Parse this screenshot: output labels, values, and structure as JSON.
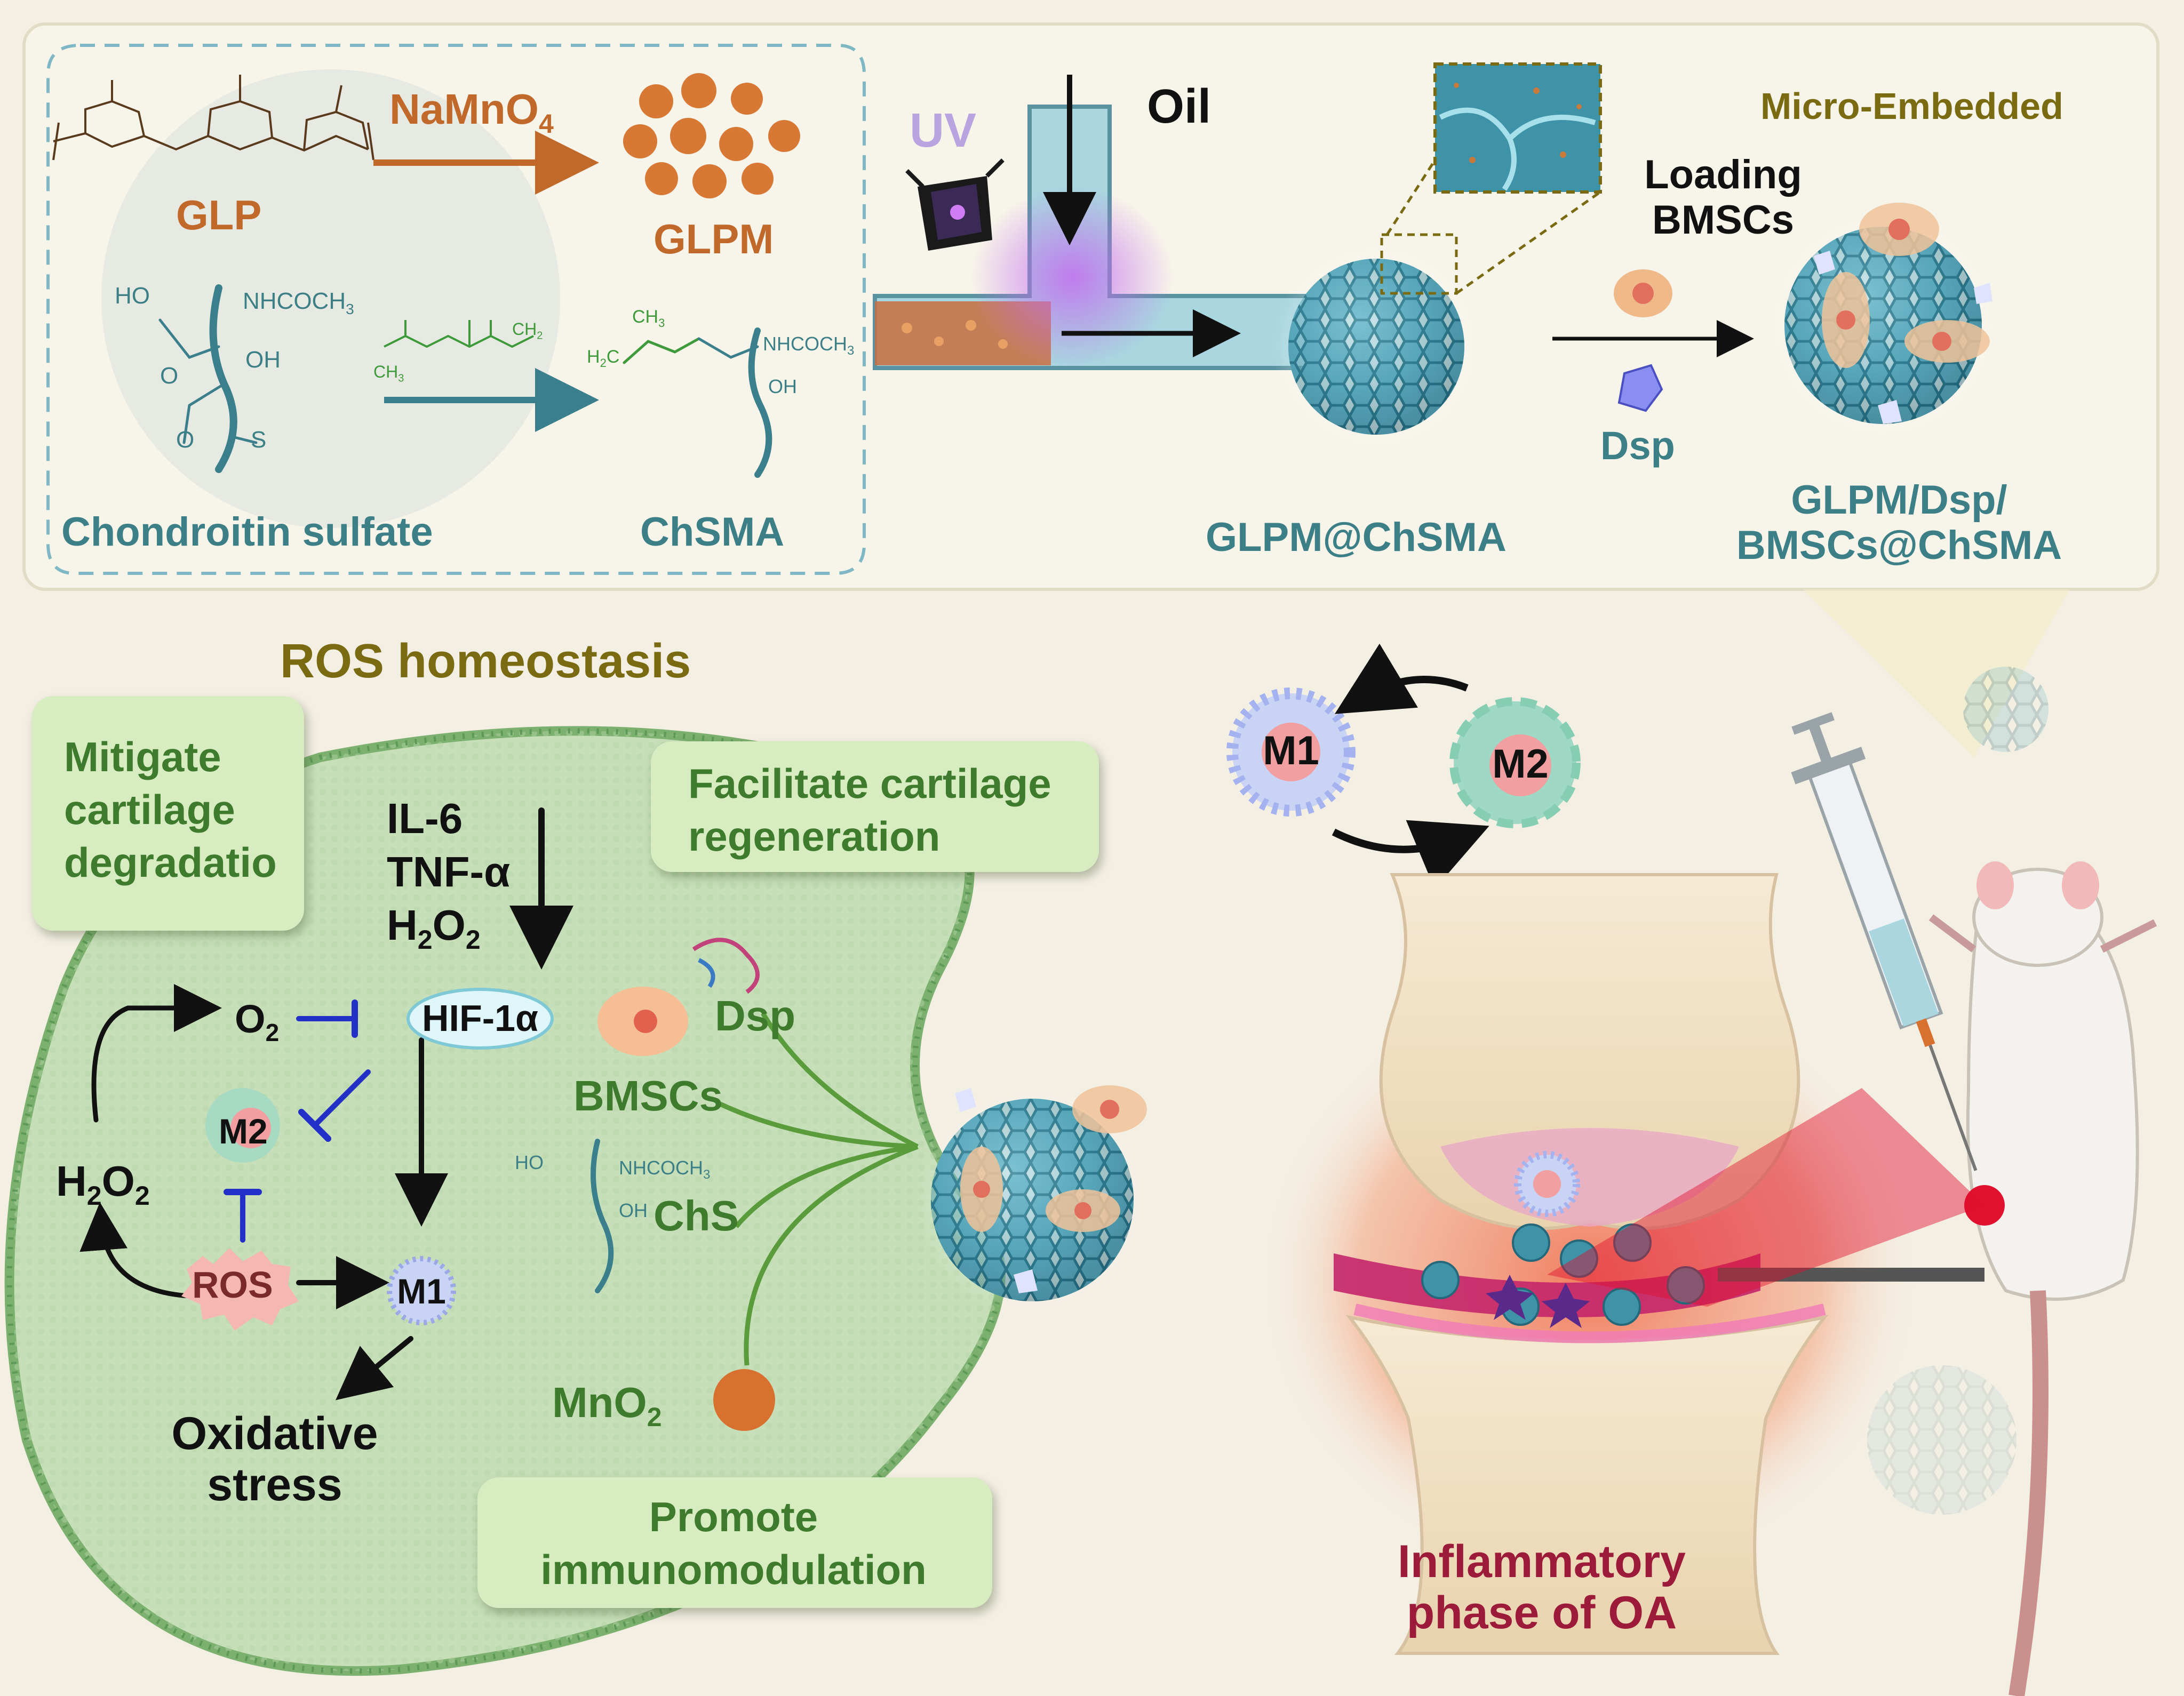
{
  "synthesis": {
    "glp": "GLP",
    "oxidant": "NaMnO",
    "oxidant_sub": "4",
    "glpm": "GLPM",
    "chondroitin_sulfate": "Chondroitin sulfate",
    "chsma": "ChSMA",
    "chem_ho": "HO",
    "chem_nhcoch": "NHCOCH",
    "chem_sub3": "3",
    "chem_oh": "OH",
    "chem_o_minus": "O",
    "chem_s": "S",
    "chem_o": "O",
    "chem_ch3": "CH",
    "chem_h2c": "H",
    "chem_h2c_rest": "C",
    "chem_ch2": "CH"
  },
  "fabrication": {
    "uv": "UV",
    "oil": "Oil",
    "micro_embedded": "Micro-Embedded",
    "loading_line1": "Loading",
    "loading_line2": "BMSCs",
    "dsp": "Dsp",
    "glpm_chsma": "GLPM@ChSMA",
    "product_line1": "GLPM/Dsp/",
    "product_line2": "BMSCs@ChSMA"
  },
  "mechanism": {
    "title": "ROS homeostasis",
    "box_mitigate_lines": [
      "Mitigate",
      "cartilage",
      "degradatio"
    ],
    "box_facilitate_lines": [
      "Facilitate cartilage",
      "regeneration"
    ],
    "box_promote_lines": [
      "Promote",
      "immunomodulation"
    ],
    "il6": "IL-6",
    "tnf": "TNF-α",
    "h2o2_h": "H",
    "h2o2_sub1": "2",
    "h2o2_o": "O",
    "h2o2_sub2": "2",
    "o2": "O",
    "o2_sub": "2",
    "hif": "HIF-1α",
    "m2": "M2",
    "ros": "ROS",
    "m1": "M1",
    "oxidative_line1": "Oxidative",
    "oxidative_line2": "stress",
    "dsp": "Dsp",
    "bmscs": "BMSCs",
    "chs": "ChS",
    "mno2": "MnO",
    "mno2_sub": "2"
  },
  "therapy": {
    "m1": "M1",
    "m2": "M2",
    "inflammatory_line1": "Inflammatory",
    "inflammatory_line2": "phase of OA"
  },
  "colors": {
    "teal_label": "#3d7f86",
    "orange_label": "#c1692b",
    "olive_label": "#7a6a12",
    "green_label": "#3e7b2c",
    "inflammation_label": "#9c1b3a",
    "cell_green": "#c6dfb9",
    "microsphere_blue": "#4f9bb0",
    "inhibition_blue": "#2230c8"
  }
}
